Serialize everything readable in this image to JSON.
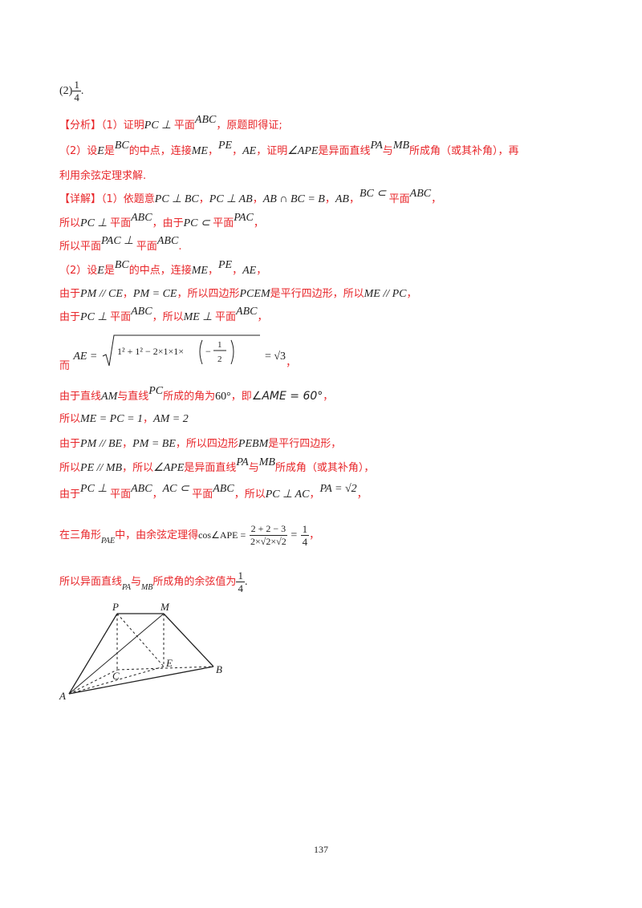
{
  "top_answer": {
    "prefix": "(2)",
    "num": "1",
    "den": "4",
    "end": "."
  },
  "analysis": {
    "tag": "【分析】",
    "l1": "（1）证明",
    "l1_math": "PC ⊥ ",
    "l1_plane": "平面",
    "l1_abc": "ABC",
    "l1_end": "，原题即得证;",
    "l2a": "（2）设",
    "l2_E": "E",
    "l2b": "是",
    "l2_BC": "BC",
    "l2c": "的中点，连接",
    "l2_ME": "ME",
    "l2_PE": "PE",
    "l2_AE": "AE",
    "l2d": "，证明",
    "l2_angle": "∠APE",
    "l2e": "是异面直线",
    "l2_PA": "PA",
    "l2f": "与",
    "l2_MB": "MB",
    "l2g": "所成角（或其补角），再",
    "l3": "利用余弦定理求解."
  },
  "detail": {
    "tag": "【详解】",
    "d1a": "（1）依题意",
    "d1_m1": "PC ⊥ BC",
    "d1_m2": "PC ⊥ AB",
    "d1_m3": "AB ∩ BC = B",
    "d1_m4": "AB",
    "d1_m5": "BC ⊂ ",
    "d1_plane": "平面",
    "d1_abc": "ABC",
    "d2a": "所以",
    "d2_m1": "PC ⊥ ",
    "d2_plane": "平面",
    "d2_abc": "ABC",
    "d2b": "，由于",
    "d2_m2": "PC ⊂ ",
    "d2_plane2": "平面",
    "d2_pac": "PAC",
    "d3a": "所以平面",
    "d3_pac": "PAC ⊥ ",
    "d3_plane": "平面",
    "d3_abc": "ABC",
    "d4a": "（2）设",
    "d4_E": "E",
    "d4b": "是",
    "d4_BC": "BC",
    "d4c": "的中点，连接",
    "d4_ME": "ME",
    "d4_PE": "PE",
    "d4_AE": "AE",
    "d5a": "由于",
    "d5_m1": "PM // CE",
    "d5_m2": "PM = CE",
    "d5b": "，所以四边形",
    "d5_m3": "PCEM",
    "d5c": "是平行四边形，所以",
    "d5_m4": "ME // PC",
    "d6a": "由于",
    "d6_m1": "PC ⊥ ",
    "d6_plane": "平面",
    "d6_abc": "ABC",
    "d6b": "，所以",
    "d6_m2": "ME ⊥ ",
    "d6_plane2": "平面",
    "d6_abc2": "ABC",
    "d7a": "而",
    "d7_lhs": "AE =",
    "d7_inner": "1² + 1² − 2×1×1×",
    "d7_fnum": "1",
    "d7_fden": "2",
    "d7_rhs": "= √3",
    "d8a": "由于直线",
    "d8_AM": "AM",
    "d8b": "与直线",
    "d8_PC": "PC",
    "d8c": "所成的角为",
    "d8_deg": "60°",
    "d8d": "，即",
    "d8_ame": "∠AME = 60°",
    "d9a": "所以",
    "d9_m1": "ME = PC = 1",
    "d9_m2": "AM = 2",
    "d10a": "由于",
    "d10_m1": "PM // BE",
    "d10_m2": "PM = BE",
    "d10b": "，所以四边形",
    "d10_m3": "PEBM",
    "d10c": "是平行四边形，",
    "d11a": "所以",
    "d11_m1": "PE // MB",
    "d11b": "，所以",
    "d11_m2": "∠APE",
    "d11c": "是异面直线",
    "d11_PA": "PA",
    "d11d": "与",
    "d11_MB": "MB",
    "d11e": "所成角（或其补角），",
    "d12a": "由于",
    "d12_m1": "PC ⊥ ",
    "d12_plane": "平面",
    "d12_abc": "ABC",
    "d12_m2": "AC ⊂ ",
    "d12_plane2": "平面",
    "d12_abc2": "ABC",
    "d12b": "，所以",
    "d12_m3": "PC ⊥ AC",
    "d12_m4": "PA = √2",
    "d13a": "在三角形",
    "d13_pae": "PAE",
    "d13b": "中，由余弦定理得",
    "d13_cos": "cos∠APE =",
    "d13_num": "2 + 2 − 3",
    "d13_den": "2×√2×√2",
    "d13_eq": "=",
    "d13_rnum": "1",
    "d13_rden": "4",
    "d14a": "所以异面直线",
    "d14_PA": "PA",
    "d14b": "与",
    "d14_MB": "MB",
    "d14c": "所成角的余弦值为",
    "d14_num": "1",
    "d14_den": "4"
  },
  "figure": {
    "P": "P",
    "M": "M",
    "E": "E",
    "B": "B",
    "C": "C",
    "A": "A"
  },
  "page_number": "137"
}
